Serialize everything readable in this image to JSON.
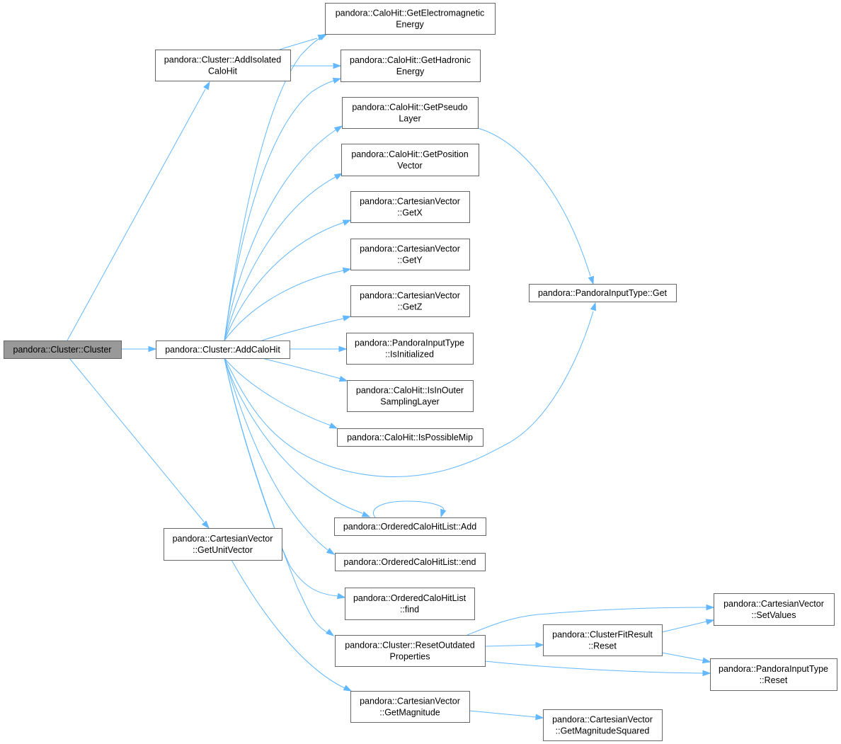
{
  "diagram": {
    "type": "call-graph",
    "colors": {
      "edge": "#63b8ff",
      "node_border": "#666666",
      "root_fill": "#999999",
      "node_fill": "#ffffff"
    },
    "nodes": {
      "cluster_ctor": [
        "pandora::Cluster::Cluster"
      ],
      "add_isolated": [
        "pandora::Cluster::AddIsolated",
        "CaloHit"
      ],
      "add_calohit": [
        "pandora::Cluster::AddCaloHit"
      ],
      "get_unit_vector": [
        "pandora::CartesianVector",
        "::GetUnitVector"
      ],
      "get_em_energy": [
        "pandora::CaloHit::GetElectromagnetic",
        "Energy"
      ],
      "get_had_energy": [
        "pandora::CaloHit::GetHadronic",
        "Energy"
      ],
      "get_pseudo_layer": [
        "pandora::CaloHit::GetPseudo",
        "Layer"
      ],
      "get_position": [
        "pandora::CaloHit::GetPosition",
        "Vector"
      ],
      "get_x": [
        "pandora::CartesianVector",
        "::GetX"
      ],
      "get_y": [
        "pandora::CartesianVector",
        "::GetY"
      ],
      "get_z": [
        "pandora::CartesianVector",
        "::GetZ"
      ],
      "is_initialized": [
        "pandora::PandoraInputType",
        "::IsInitialized"
      ],
      "is_outer_sampling": [
        "pandora::CaloHit::IsInOuter",
        "SamplingLayer"
      ],
      "is_possible_mip": [
        "pandora::CaloHit::IsPossibleMip"
      ],
      "ochl_add": [
        "pandora::OrderedCaloHitList::Add"
      ],
      "ochl_end": [
        "pandora::OrderedCaloHitList::end"
      ],
      "ochl_find": [
        "pandora::OrderedCaloHitList",
        "::find"
      ],
      "reset_outdated": [
        "pandora::Cluster::ResetOutdated",
        "Properties"
      ],
      "get_magnitude": [
        "pandora::CartesianVector",
        "::GetMagnitude"
      ],
      "input_get": [
        "pandora::PandoraInputType::Get"
      ],
      "cfr_reset": [
        "pandora::ClusterFitResult",
        "::Reset"
      ],
      "set_values": [
        "pandora::CartesianVector",
        "::SetValues"
      ],
      "input_reset": [
        "pandora::PandoraInputType",
        "::Reset"
      ],
      "mag_squared": [
        "pandora::CartesianVector",
        "::GetMagnitudeSquared"
      ]
    }
  }
}
